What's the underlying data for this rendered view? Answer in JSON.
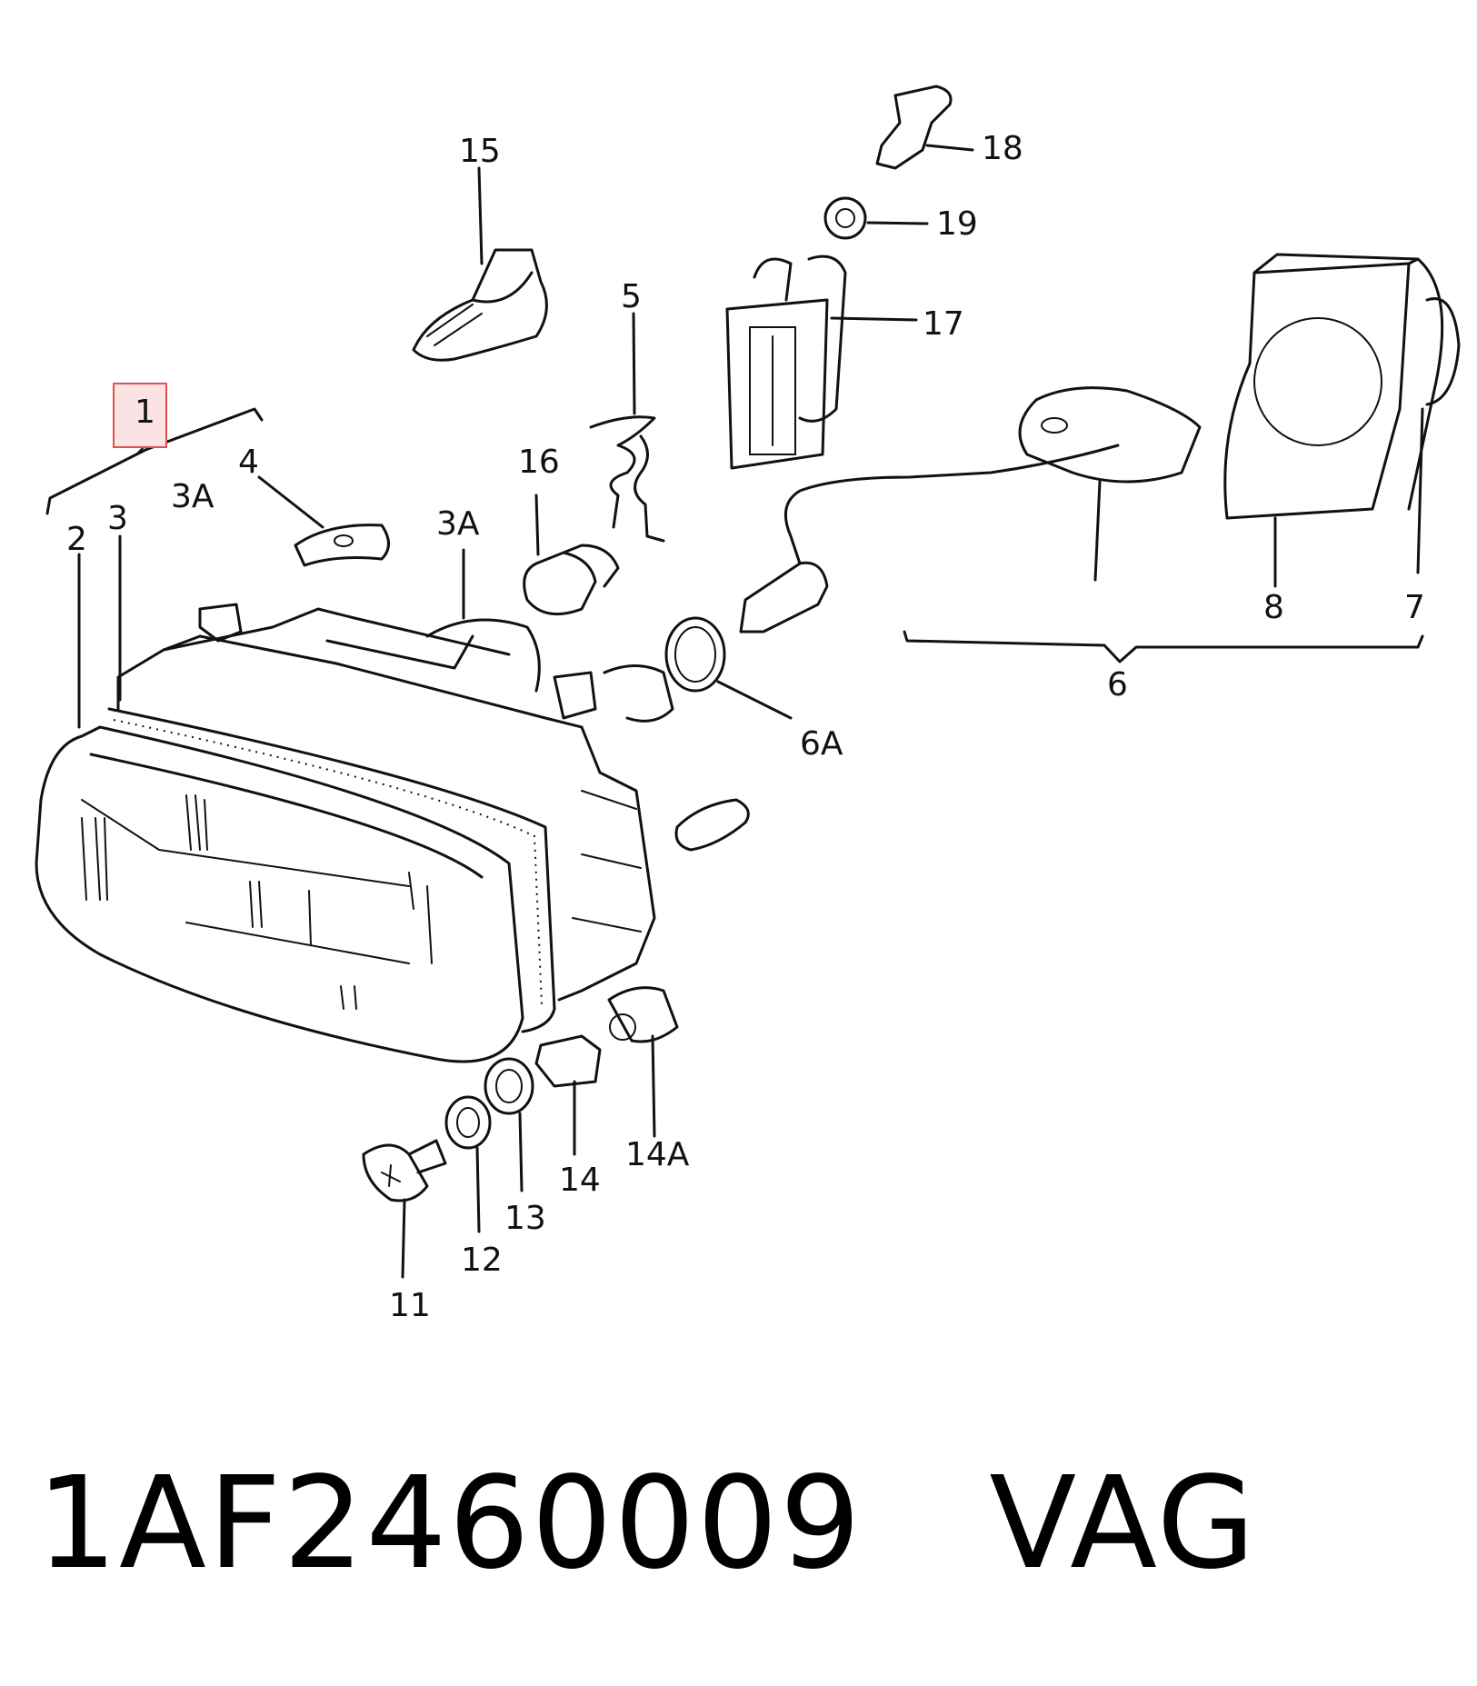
{
  "labels": {
    "l1": "1",
    "l2": "2",
    "l3": "3",
    "l3a_left": "3A",
    "l3a_right": "3A",
    "l4": "4",
    "l5": "5",
    "l6": "6",
    "l6a": "6A",
    "l7": "7",
    "l8": "8",
    "l11": "11",
    "l12": "12",
    "l13": "13",
    "l14": "14",
    "l14a": "14A",
    "l15": "15",
    "l16": "16",
    "l17": "17",
    "l18": "18",
    "l19": "19"
  },
  "caption": {
    "part_number": "1AF2460009",
    "brand": "VAG"
  },
  "colors": {
    "highlight_border": "#e05050",
    "highlight_fill": "#fbe3e3",
    "line": "#111111"
  }
}
